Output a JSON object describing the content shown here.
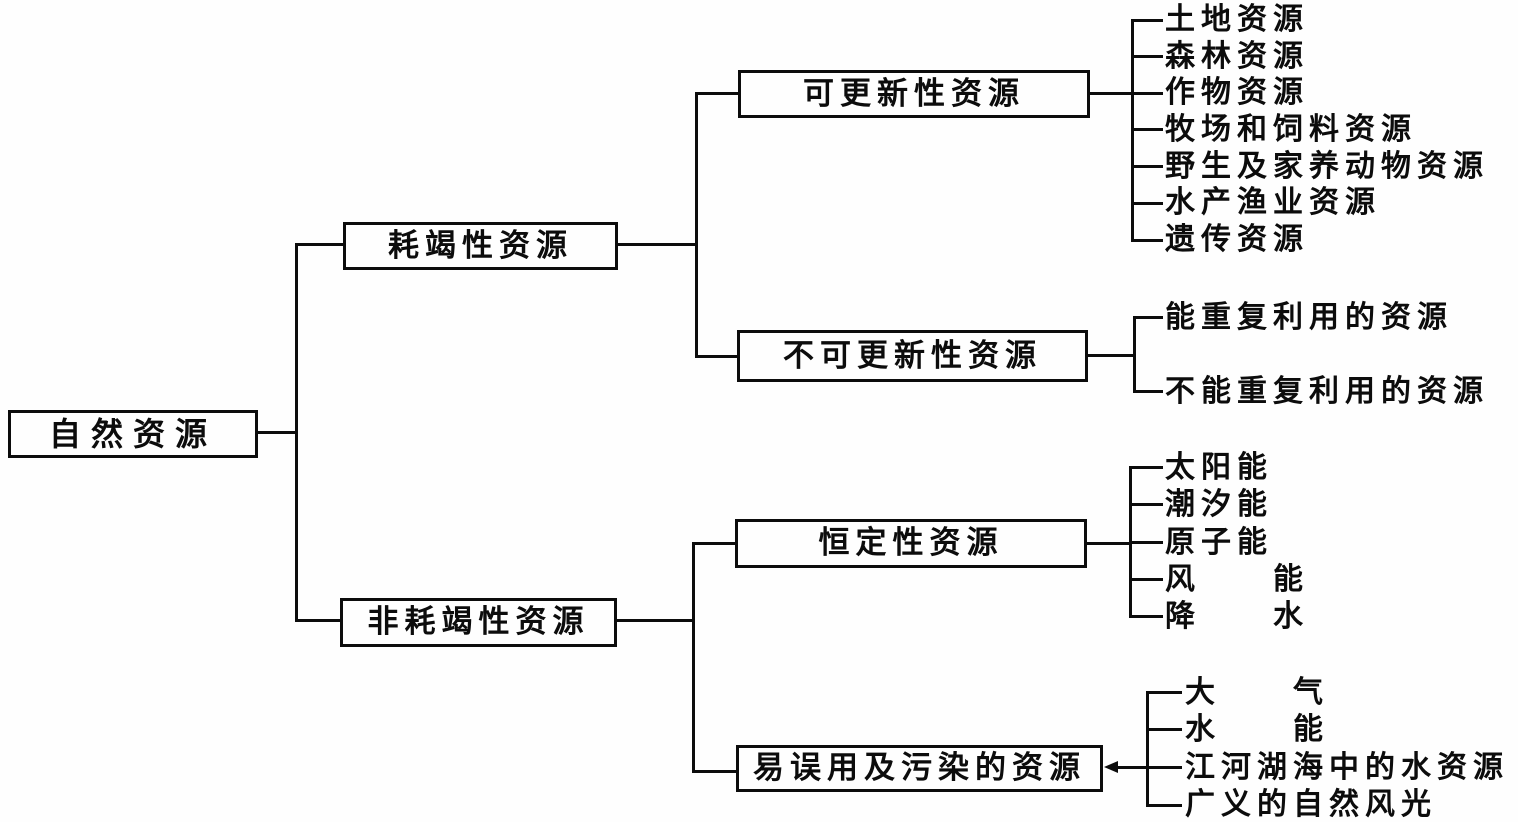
{
  "diagram": {
    "title_implicit": "自然资源分类",
    "colors": {
      "ink": "#0c0c0c",
      "paper": "#fefefe"
    },
    "root": {
      "label": "自然资源"
    },
    "branches": {
      "exhaustible": {
        "label": "耗竭性资源"
      },
      "non_exhaustible": {
        "label": "非耗竭性资源"
      },
      "renewable": {
        "label": "可更新性资源"
      },
      "non_renewable": {
        "label": "不可更新性资源"
      },
      "constant": {
        "label": "恒定性资源"
      },
      "misuse_pollution": {
        "label": "易误用及污染的资源"
      }
    },
    "leaves": {
      "renewable": [
        "土地资源",
        "森林资源",
        "作物资源",
        "牧场和饲料资源",
        "野生及家养动物资源",
        "水产渔业资源",
        "遗传资源"
      ],
      "non_renewable": [
        "能重复利用的资源",
        "不能重复利用的资源"
      ],
      "constant": [
        "太阳能",
        "潮汐能",
        "原子能",
        "风　　能",
        "降　　水"
      ],
      "misuse_pollution": [
        "大　　气",
        "水　　能",
        "江河湖海中的水资源",
        "广义的自然风光"
      ]
    }
  }
}
